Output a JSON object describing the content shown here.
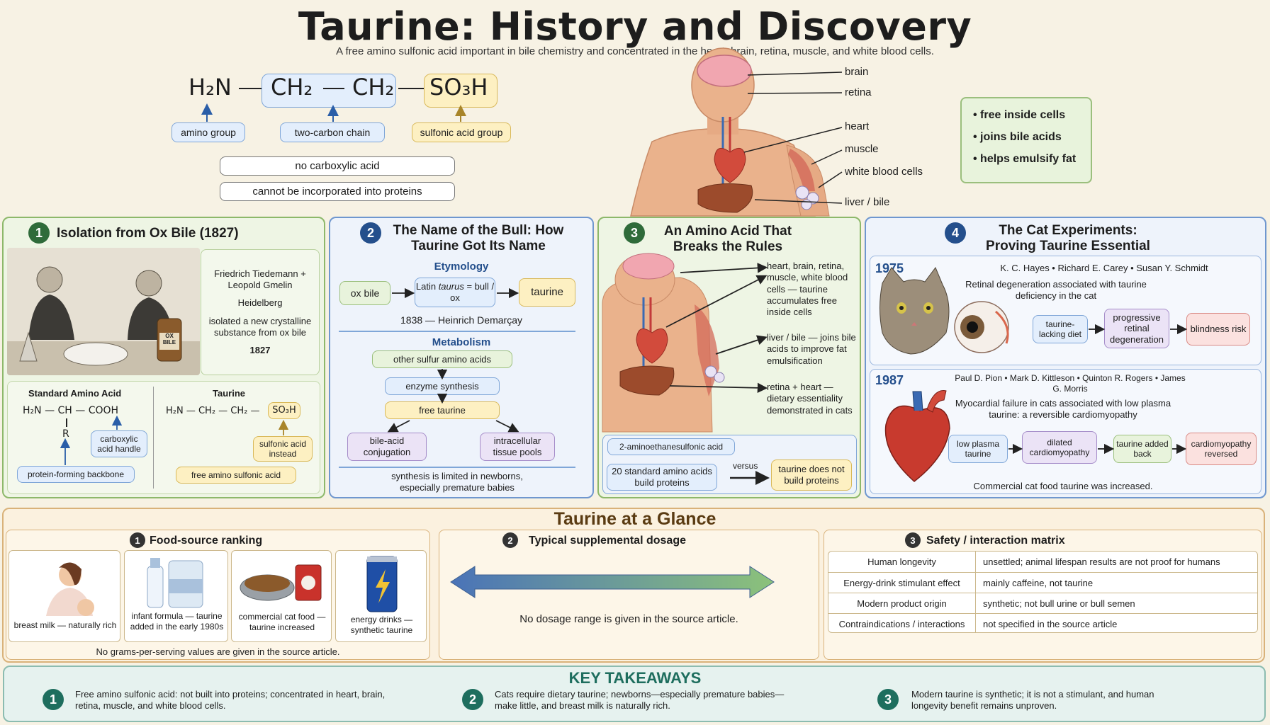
{
  "header": {
    "title": "Taurine: History and Discovery",
    "subtitle": "A free amino sulfonic acid important in bile chemistry and concentrated in the heart, brain, retina, muscle, and white blood cells."
  },
  "structure": {
    "amino": "H₂N",
    "ch2a": "CH₂",
    "ch2b": "CH₂",
    "so3h": "SO₃H",
    "amino_label": "amino group",
    "chain_label": "two-carbon chain",
    "sulfonic_label": "sulfonic acid group",
    "note1": "no carboxylic acid",
    "note2": "cannot be incorporated into proteins"
  },
  "body_map": {
    "labels": [
      "brain",
      "retina",
      "heart",
      "muscle",
      "white blood cells",
      "liver / bile"
    ],
    "facts": [
      "free inside cells",
      "joins bile acids",
      "helps emulsify fat"
    ]
  },
  "panel1": {
    "number": "1",
    "title": "Isolation from Ox Bile (1827)",
    "people": "Friedrich Tiedemann + Leopold Gmelin",
    "place": "Heidelberg",
    "desc": "isolated a new crystalline substance from ox bile",
    "year": "1827",
    "bottle_label": "OX BILE",
    "std_title": "Standard Amino Acid",
    "std_formula": "H₂N — CH — COOH",
    "std_r": "R",
    "std_carboxylic": "carboxylic acid handle",
    "std_backbone": "protein-forming backbone",
    "tau_title": "Taurine",
    "tau_formula": "H₂N — CH₂ — CH₂ —",
    "tau_so3h": "SO₃H",
    "tau_sulfonic": "sulfonic acid instead",
    "tau_free": "free amino sulfonic acid"
  },
  "panel2": {
    "number": "2",
    "title": "The Name of the Bull: How Taurine Got Its Name",
    "etymology": "Etymology",
    "ox_bile": "ox bile",
    "latin_pre": "Latin ",
    "latin_word": "taurus",
    "latin_post": " = bull / ox",
    "taurine": "taurine",
    "coined": "1838 — Heinrich Demarçay",
    "metabolism": "Metabolism",
    "m1": "other sulfur amino acids",
    "m2": "enzyme synthesis",
    "m3": "free taurine",
    "m4": "bile-acid conjugation",
    "m5": "intracellular tissue pools",
    "note": "synthesis is limited in newborns, especially premature babies"
  },
  "panel3": {
    "number": "3",
    "title": "An Amino Acid That Breaks the Rules",
    "c1": "heart, brain, retina, muscle, white blood cells — taurine accumulates free inside cells",
    "c2": "liver / bile — joins bile acids to improve fat emulsification",
    "c3": "retina + heart — dietary essentiality demonstrated in cats",
    "chem_name": "2-aminoethanesulfonic acid",
    "std": "20 standard amino acids build proteins",
    "versus": "versus",
    "tau": "taurine does not build proteins"
  },
  "panel4": {
    "number": "4",
    "title": "The Cat Experiments: Proving Taurine Essential",
    "y1975": "1975",
    "authors1975": "K. C. Hayes  •  Richard E. Carey  •  Susan Y. Schmidt",
    "finding1975": "Retinal degeneration associated with taurine deficiency in the cat",
    "f1": [
      "taurine-lacking diet",
      "progressive retinal degeneration",
      "blindness risk"
    ],
    "y1987": "1987",
    "authors1987": "Paul D. Pion  •  Mark D. Kittleson  •  Quinton R. Rogers  •  James G. Morris",
    "finding1987": "Myocardial failure in cats associated with low plasma taurine: a reversible cardiomyopathy",
    "f2": [
      "low plasma taurine",
      "dilated cardiomyopathy",
      "taurine added back",
      "cardiomyopathy reversed"
    ],
    "outcome": "Commercial cat food taurine was increased."
  },
  "glance": {
    "title": "Taurine at a Glance",
    "food": {
      "number": "1",
      "title": "Food-source ranking",
      "items": [
        "breast milk — naturally rich",
        "infant formula — taurine added in the early 1980s",
        "commercial cat food — taurine increased",
        "energy drinks — synthetic taurine"
      ],
      "note": "No grams-per-serving values are given in the source article."
    },
    "dosage": {
      "number": "2",
      "title": "Typical supplemental dosage",
      "note": "No dosage range is given in the source article."
    },
    "safety": {
      "number": "3",
      "title": "Safety / interaction matrix",
      "rows": [
        {
          "label": "Human longevity",
          "value": "unsettled; animal lifespan results are not proof for humans"
        },
        {
          "label": "Energy-drink stimulant effect",
          "value": "mainly caffeine, not taurine"
        },
        {
          "label": "Modern product origin",
          "value": "synthetic; not bull urine or bull semen"
        },
        {
          "label": "Contraindications / interactions",
          "value": "not specified in the source article"
        }
      ]
    }
  },
  "takeaways": {
    "title": "KEY TAKEAWAYS",
    "items": [
      {
        "number": "1",
        "text": "Free amino sulfonic acid: not built into proteins; concentrated in heart, brain, retina, muscle, and white blood cells."
      },
      {
        "number": "2",
        "text": "Cats require dietary taurine; newborns—especially premature babies—make little, and breast milk is naturally rich."
      },
      {
        "number": "3",
        "text": "Modern taurine is synthetic; it is not a stimulant, and human longevity benefit remains unproven."
      }
    ]
  },
  "colors": {
    "accent_green": "#2f6b3a",
    "accent_blue": "#244f8c",
    "takeaway_teal": "#1e6e5e",
    "glance_brown": "#5a3b12"
  }
}
